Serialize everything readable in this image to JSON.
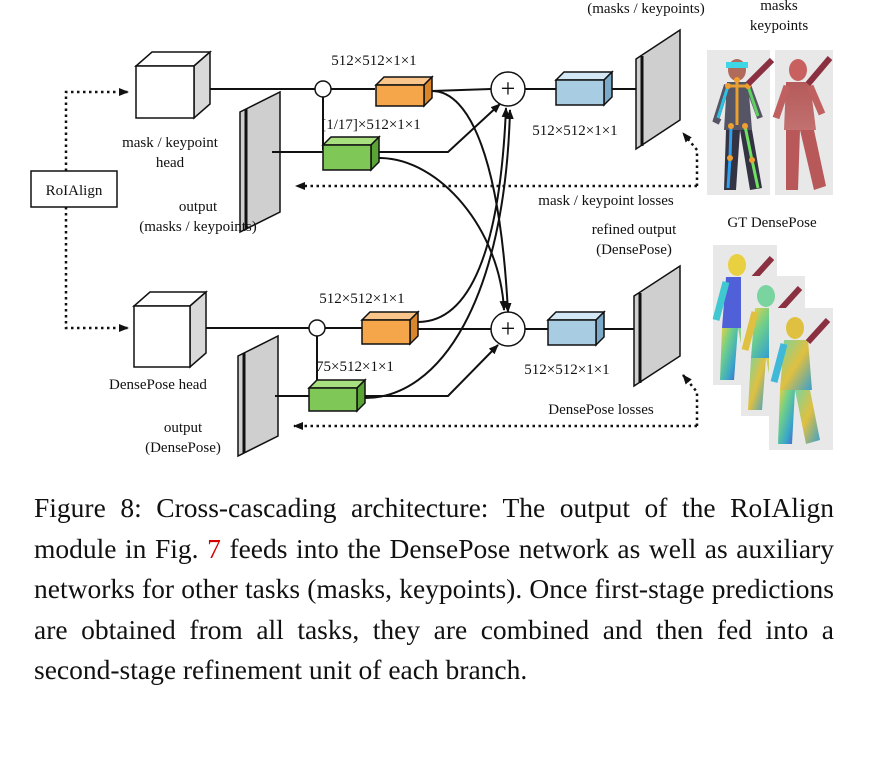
{
  "diagram": {
    "roialign": "RoIAlign",
    "top_branch": {
      "head_label_1": "mask / keypoint",
      "head_label_2": "head",
      "output_label_1": "output",
      "output_label_2": "(masks / keypoints)",
      "orange_dim": "512×512×1×1",
      "green_dim": "[1/17]×512×1×1",
      "blue_dim": "512×512×1×1",
      "refined_label": "(masks / keypoints)",
      "gt_label_1": "masks",
      "gt_label_2": "keypoints",
      "losses": "mask / keypoint losses"
    },
    "bottom_branch": {
      "head_label": "DensePose head",
      "output_label_1": "output",
      "output_label_2": "(DensePose)",
      "orange_dim": "512×512×1×1",
      "green_dim": "75×512×1×1",
      "blue_dim": "512×512×1×1",
      "refined_label_1": "refined output",
      "refined_label_2": "(DensePose)",
      "gt_label": "GT DensePose",
      "losses": "DensePose losses"
    },
    "colors": {
      "orange": "#f5a54a",
      "green": "#7fc857",
      "blue": "#a8cde3",
      "gray": "#cfcfcf"
    }
  },
  "caption": {
    "prefix": "Figure 8: Cross-cascading architecture: The output of the RoIAlign module in Fig.",
    "ref": "7",
    "suffix": "feeds into the DensePose network as well as auxiliary networks for other tasks (masks, keypoints). Once first-stage predictions are obtained from all tasks, they are combined and then fed into a second-stage refinement unit of each branch."
  }
}
